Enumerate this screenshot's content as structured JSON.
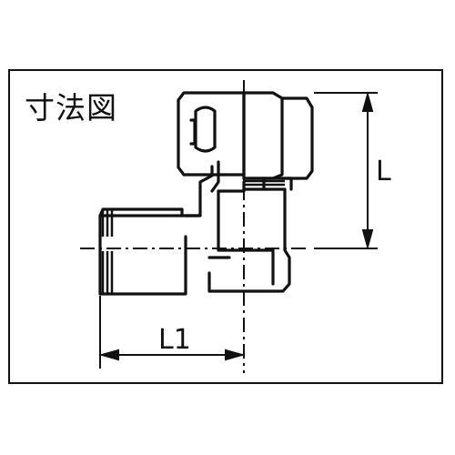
{
  "title": "寸法図",
  "dimensions": {
    "height_label": "L",
    "length_label": "L1"
  }
}
